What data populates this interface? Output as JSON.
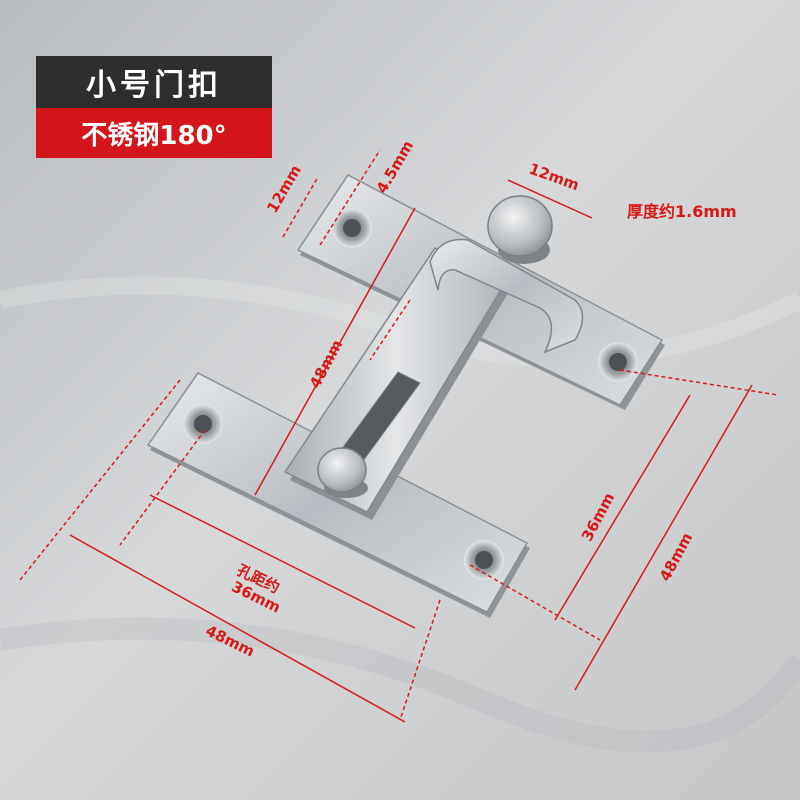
{
  "badge": {
    "title": "小号门扣",
    "subtitle": "不锈钢180°"
  },
  "dimensions": {
    "top_width": "12mm",
    "hole": "4.5mm",
    "knob_width": "12mm",
    "thickness": "厚度约1.6mm",
    "slide_length": "48mm",
    "right_spacing": "36mm",
    "right_total": "48mm",
    "hole_spacing_prefix": "孔距约",
    "hole_spacing": "36mm",
    "bottom_total": "48mm"
  },
  "colors": {
    "accent_red": "#d4161c",
    "dark_badge": "#2e2e2e",
    "dimension_red": "#d81818",
    "steel": "#c9ccd0"
  }
}
